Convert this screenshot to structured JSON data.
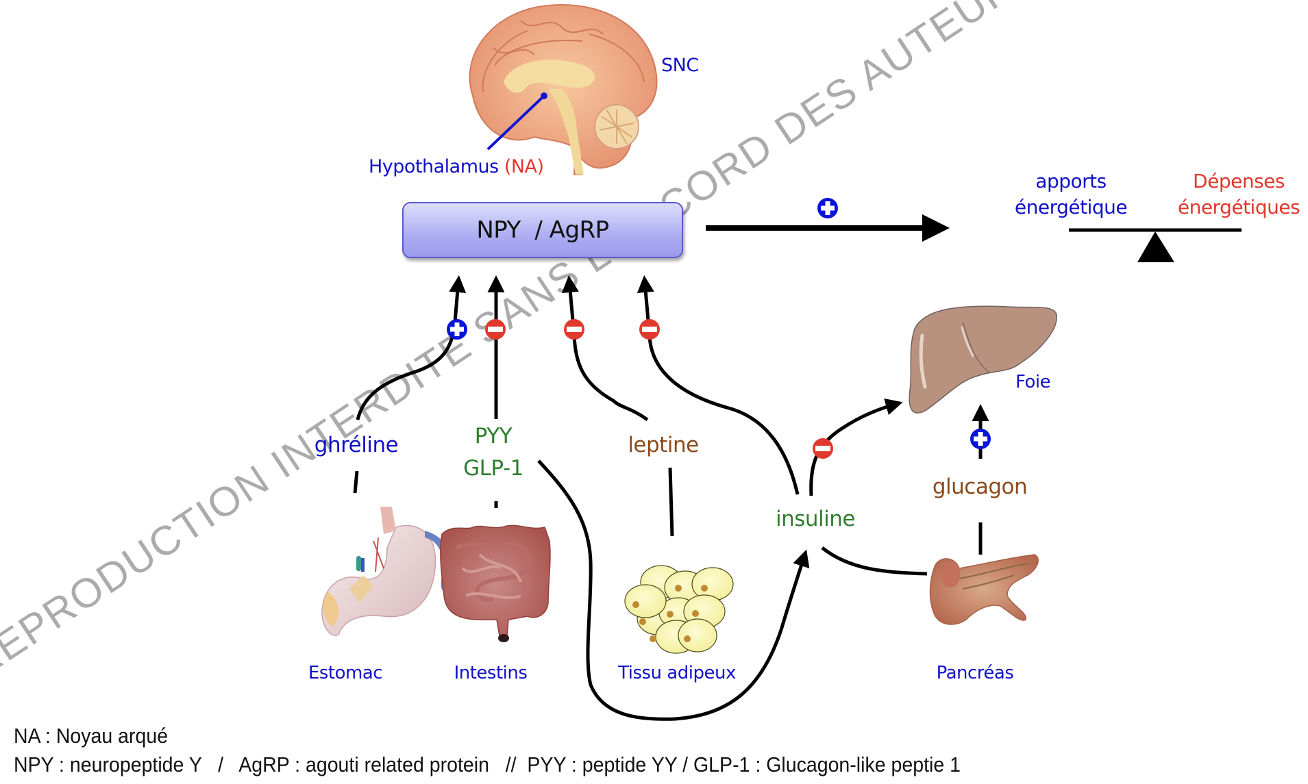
{
  "diagram": {
    "title_region": {
      "brain_label": "SNC",
      "hypothalamus_label": "Hypothalamus",
      "hypothalamus_note": "(NA)"
    },
    "central_box": {
      "label": "NPY  / AgRP"
    },
    "output": {
      "effect": "plus",
      "balance": {
        "left_label_line1": "apports",
        "left_label_line2": "énergétique",
        "right_label_line1": "Dépenses",
        "right_label_line2": "énergétiques"
      }
    },
    "hormones": [
      {
        "id": "ghreline",
        "label": "ghréline",
        "effect": "plus",
        "color": "#1010c8",
        "source": "Estomac"
      },
      {
        "id": "pyy-glp1",
        "label_line1": "PYY",
        "label_line2": "GLP-1",
        "effect": "minus",
        "color": "#2e7d2e",
        "source": "Intestins"
      },
      {
        "id": "leptine",
        "label": "leptine",
        "effect": "minus",
        "color": "#8b4a1c",
        "source": "Tissu adipeux"
      },
      {
        "id": "insuline",
        "label": "insuline",
        "effect": "minus",
        "color": "#2e7d2e",
        "source": "Pancréas"
      },
      {
        "id": "glucagon",
        "label": "glucagon",
        "effect": "plus",
        "color": "#8b4a1c",
        "source": "Pancréas"
      }
    ],
    "organs": {
      "stomach": "Estomac",
      "intestines": "Intestins",
      "adipose": "Tissu adipeux",
      "pancreas": "Pancréas",
      "liver": "Foie"
    },
    "effects": {
      "insulin_to_liver": "minus",
      "glucagon_to_liver": "plus"
    },
    "colors": {
      "plus_badge": "#0a14d8",
      "minus_badge": "#e03a2e",
      "box_fill": "#aeaef2",
      "box_border": "#5a5acf",
      "label_blue": "#1010c8",
      "label_red": "#e0382c",
      "label_green": "#2e7d2e",
      "label_brown": "#8b4a1c"
    }
  },
  "footer": {
    "line1": "NA : Noyau arqué",
    "line2": "NPY : neuropeptide Y   /   AgRP : agouti related protein   //  PYY : peptide YY / GLP-1 : Glucagon-like peptie 1"
  },
  "watermark": {
    "text": "REPRODUCTION INTERDITE SANS L’ACCORD DES AUTEURS – FACULTE D"
  }
}
